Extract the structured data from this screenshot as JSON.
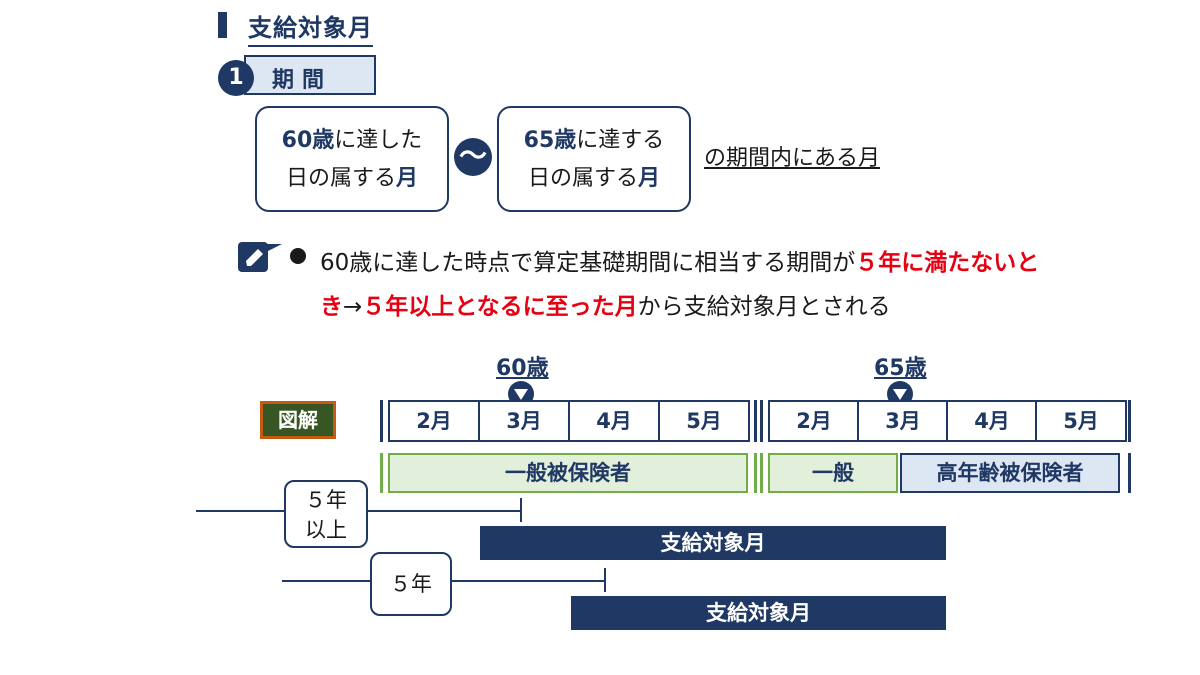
{
  "heading": {
    "title": "支給対象月"
  },
  "step": {
    "number": "1",
    "label": "期間"
  },
  "condition_start": {
    "age": "60歳",
    "line1_rest": "に達した",
    "line2_a": "日の属する",
    "line2_b": "月"
  },
  "condition_end": {
    "age": "65歳",
    "line1_rest": "に達する",
    "line2_a": "日の属する",
    "line2_b": "月"
  },
  "tilde": "～",
  "range_text": "の期間内にある月",
  "note": {
    "line1_a": "60歳に達した時点で算定基礎期間に相当する期間が",
    "line1_red": "５年に満たないと",
    "line2_red_a": "き",
    "line2_arrow": "→",
    "line2_red_b": "５年以上となるに至った月",
    "line2_rest": "から支給対象月とされる"
  },
  "diagram": {
    "label": "図解",
    "age_markers": [
      "60歳",
      "65歳"
    ],
    "months_left": [
      "2月",
      "3月",
      "4月",
      "5月"
    ],
    "months_right": [
      "2月",
      "3月",
      "4月",
      "5月"
    ],
    "categories": {
      "general_left": "一般被保険者",
      "general_right": "一般",
      "elderly": "高年齢被保険者"
    },
    "timeline1": {
      "years_line1": "５年",
      "years_line2": "以上",
      "bar": "支給対象月"
    },
    "timeline2": {
      "years": "５年",
      "bar": "支給対象月"
    }
  },
  "colors": {
    "navy": "#1f3864",
    "red": "#e60012",
    "green_fill": "#e2efda",
    "green_border": "#70ad47",
    "blue_fill": "#dde7f3",
    "label_green": "#375623",
    "label_orange": "#c55a11"
  },
  "icons": {
    "note": "pencil-note-icon",
    "marker": "down-triangle-icon"
  }
}
